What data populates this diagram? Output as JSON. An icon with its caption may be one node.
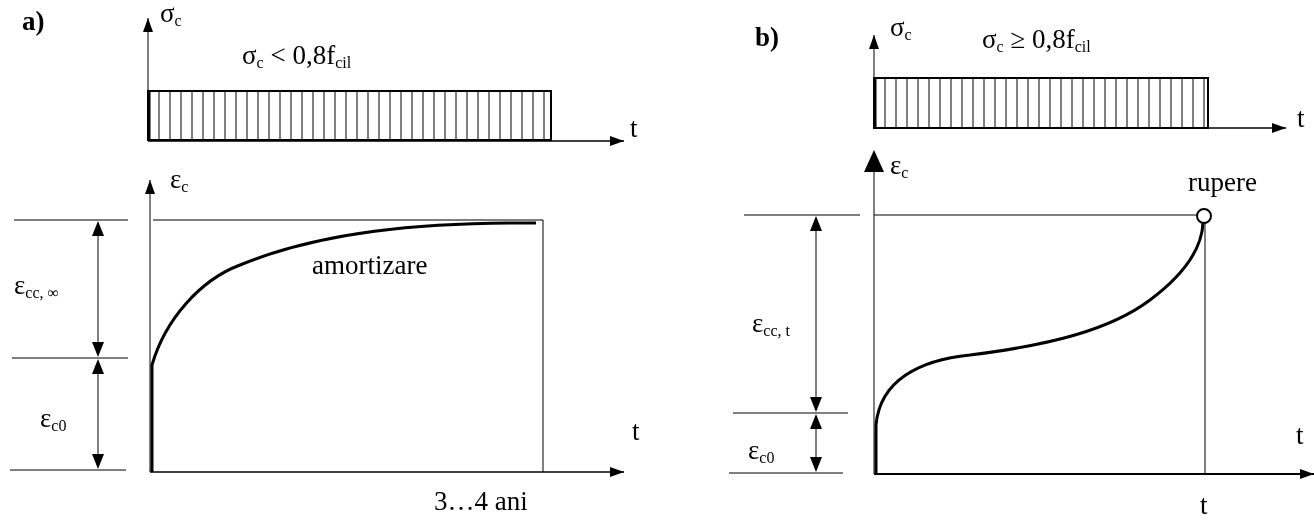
{
  "diagram": {
    "labels": [
      "a)",
      "σ$_{c}$",
      "σ$_{c}$ < 0,8f$_{cil}$",
      "t",
      "ε$_{c}$",
      "ε$_{cc, ∞}$",
      "amortizare",
      "ε$_{c0}$",
      "t",
      "3…4 ani",
      "b)",
      "σ$_{c}$",
      "σ$_{c}$ ≥ 0,8f$_{cil}$",
      "t",
      "ε$_{c}$",
      "rupere",
      "ε$_{cc, t}$",
      "ε$_{c0}$",
      "t",
      "t"
    ]
  }
}
